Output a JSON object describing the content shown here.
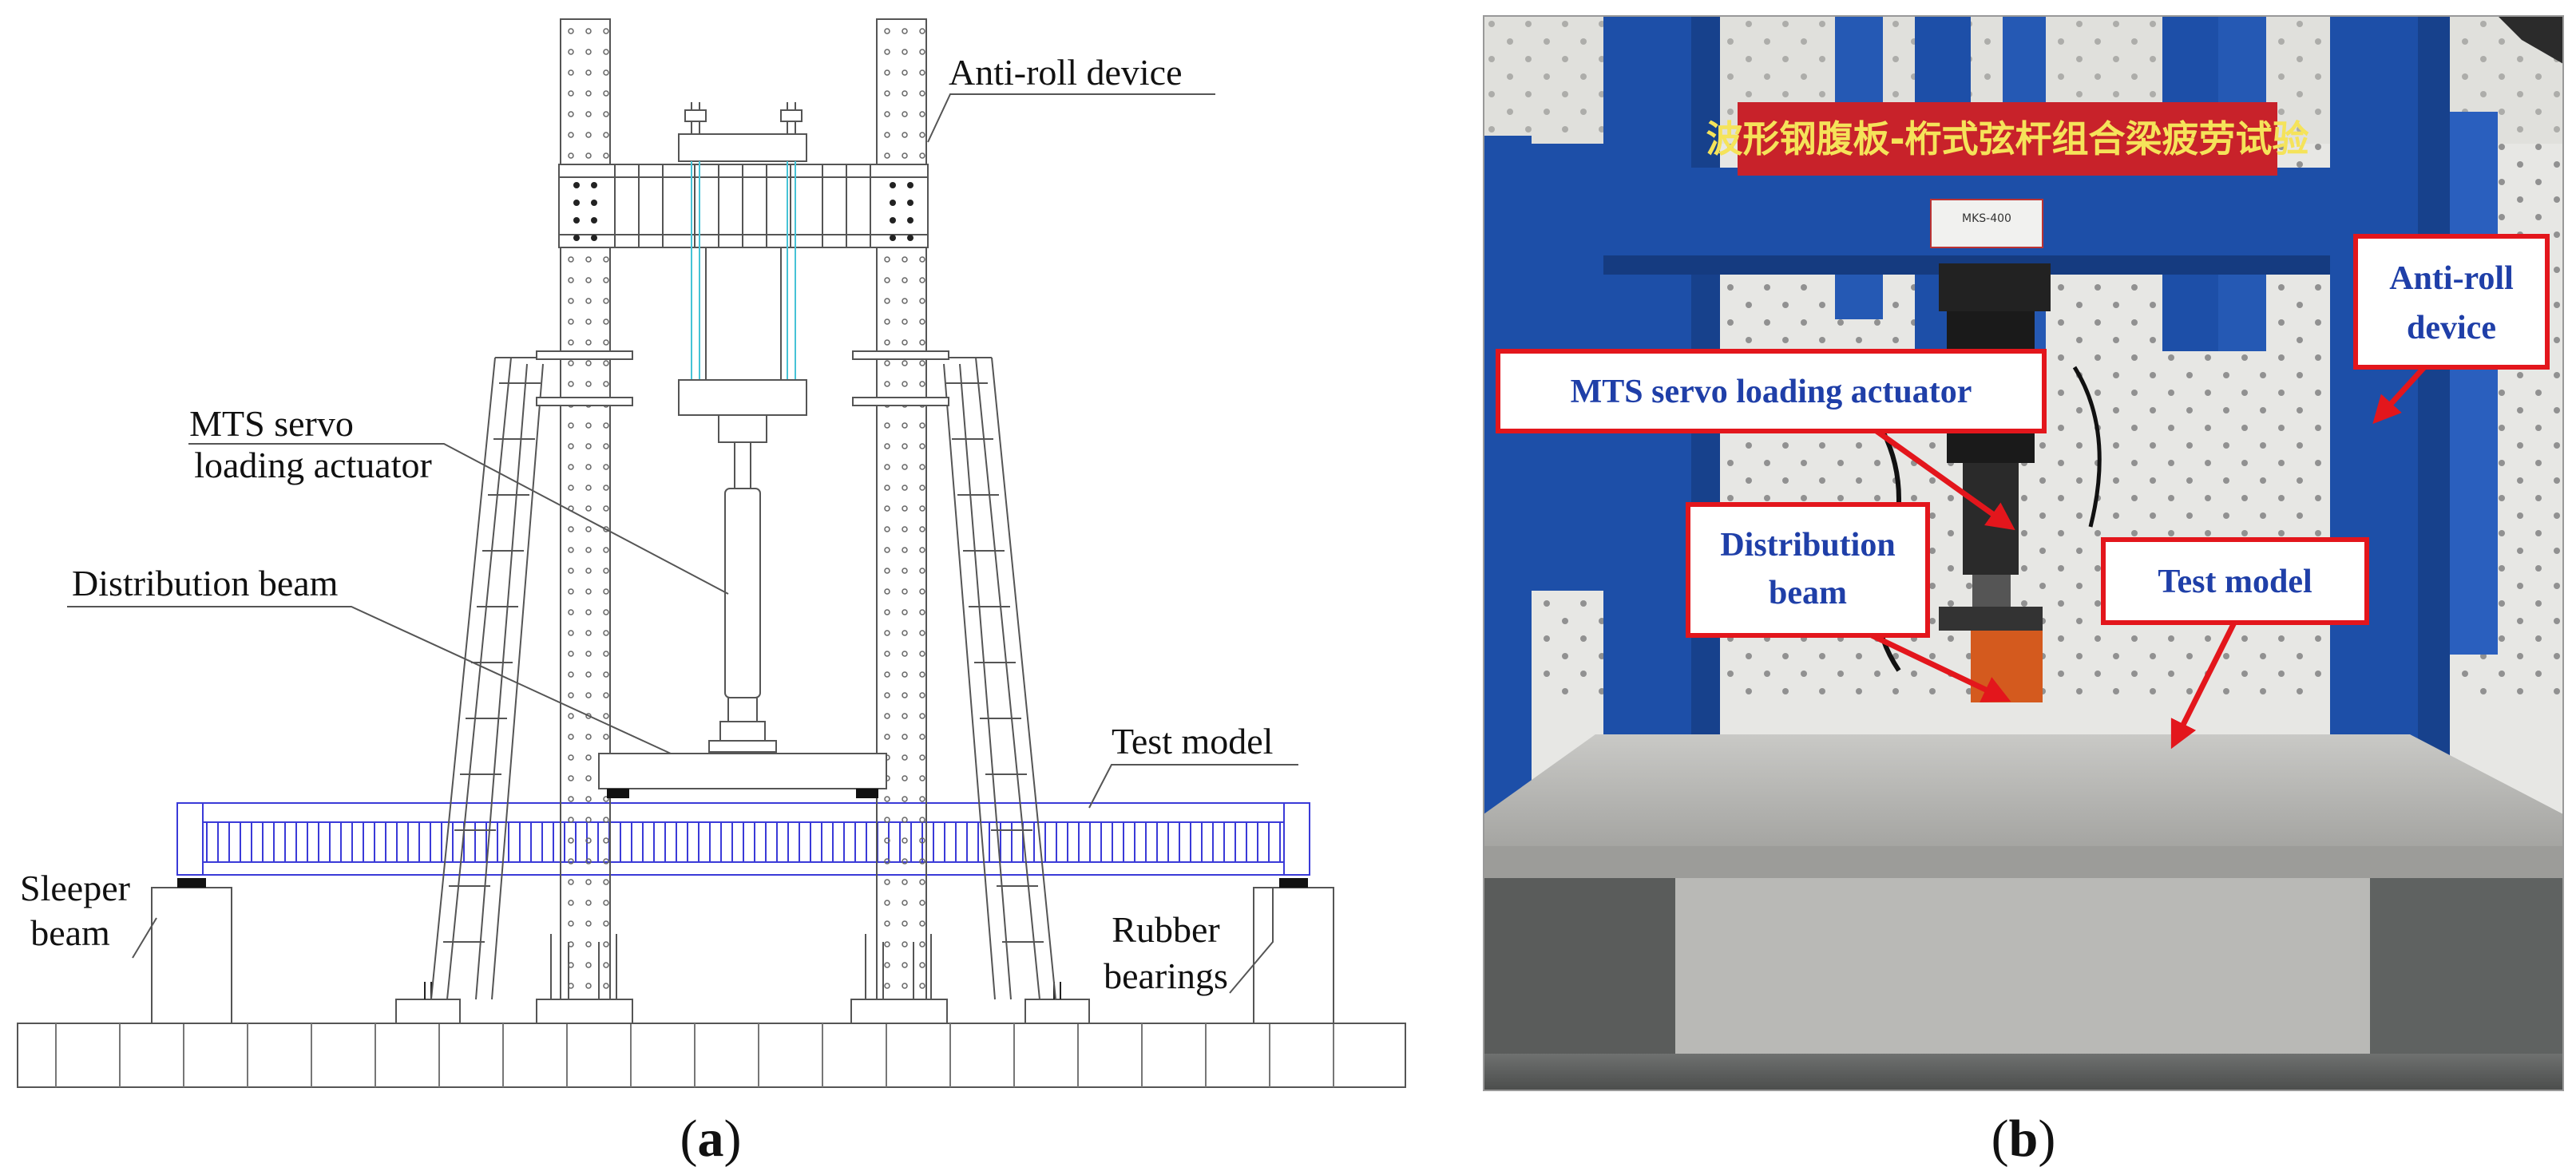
{
  "panel_a": {
    "labels": {
      "anti_roll": "Anti-roll device",
      "mts_1": "MTS servo",
      "mts_2": "loading actuator",
      "distribution": "Distribution beam",
      "test_model": "Test model",
      "sleeper_1": "Sleeper",
      "sleeper_2": "beam",
      "rubber_1": "Rubber",
      "rubber_2": "bearings"
    },
    "caption_letter": "a"
  },
  "panel_b": {
    "banner": "波形钢腹板-桁式弦杆组合梁疲劳试验",
    "plate_1": "MKS-400",
    "labels": {
      "mts": "MTS servo loading actuator",
      "distribution_1": "Distribution",
      "distribution_2": "beam",
      "test_model": "Test  model",
      "anti_roll_1": "Anti-roll",
      "anti_roll_2": "device"
    },
    "caption_letter": "b"
  },
  "colors": {
    "frame_blue": "#1d4fa8",
    "label_blue": "#1f3fa8",
    "callout_red": "#e3161c",
    "banner_red": "#c8222a",
    "drawing_line": "#555555",
    "model_blue": "#3a3ad8"
  },
  "caption_open": "(",
  "caption_close": ")"
}
